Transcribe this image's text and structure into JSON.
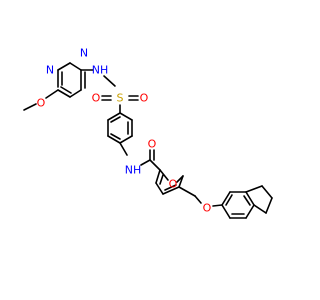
{
  "colors": {
    "carbon_bond": "#000000",
    "nitrogen": "#0000ff",
    "oxygen": "#ff0000",
    "sulfur": "#c8a000",
    "background": "#ffffff"
  },
  "atom_labels": {
    "n_pyrimidine_top": "N",
    "n_pyrimidine_left": "N",
    "o_methoxy": "O",
    "nh_sulfonamide": "NH",
    "s_sulfonyl": "S",
    "o_sulfonyl_left": "O",
    "o_sulfonyl_right": "O",
    "nh_amide": "NH",
    "o_carbonyl": "O",
    "o_furan": "O",
    "o_ether": "O"
  }
}
